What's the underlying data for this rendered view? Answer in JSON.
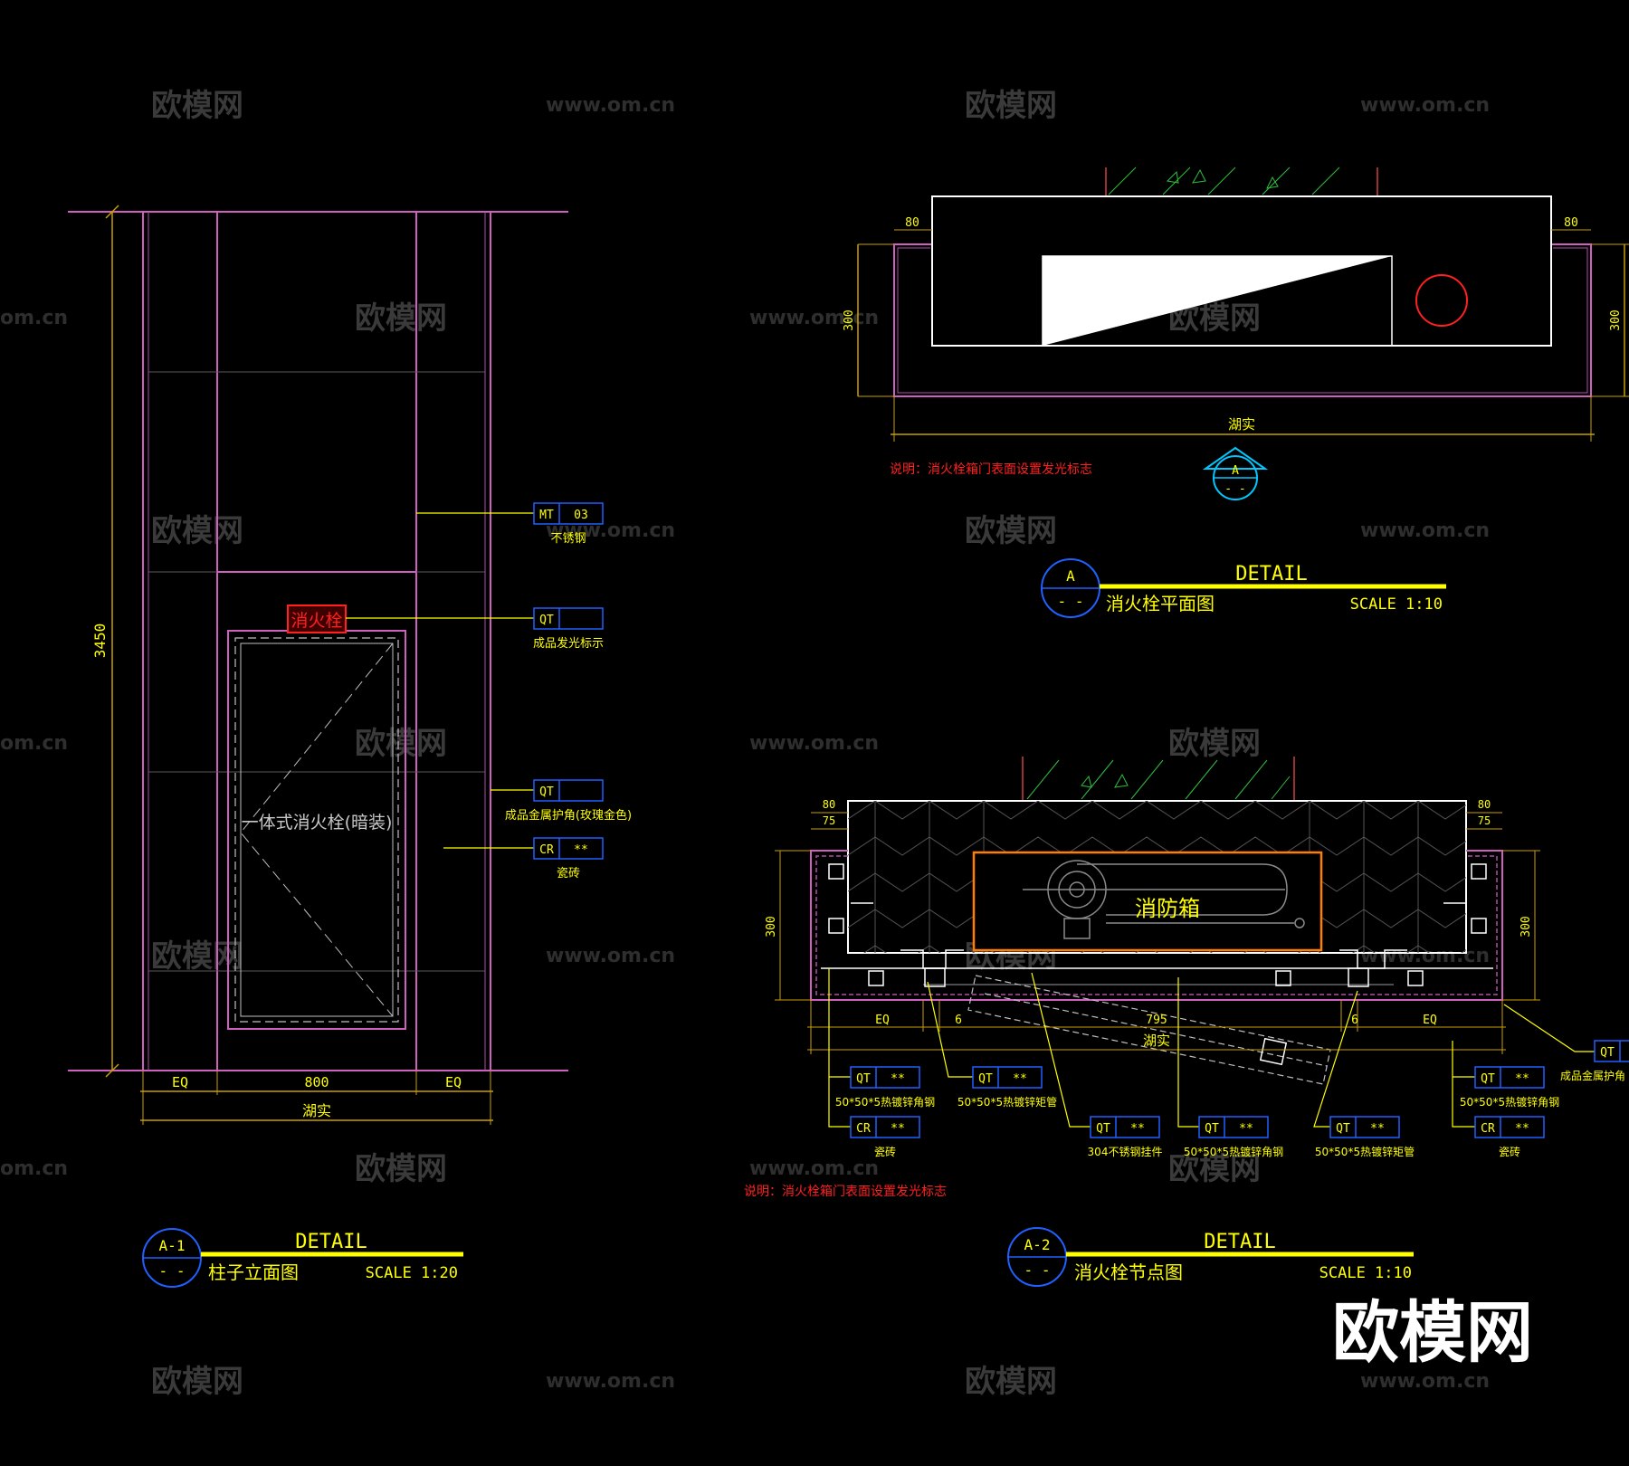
{
  "watermark": {
    "brand_cn": "欧模网",
    "url": "www.om.cn",
    "url_cut": "om.cn"
  },
  "brand_logo": "欧模网",
  "elevation": {
    "dim_height": "3450",
    "dim_eq_left": "EQ",
    "dim_width": "800",
    "dim_eq_right": "EQ",
    "dim_total": "湖实",
    "sign_text": "消火栓",
    "cabinet_label": "一体式消火栓(暗装)",
    "tags": [
      {
        "code": "MT",
        "num": "03",
        "desc": "不锈钢"
      },
      {
        "code": "QT",
        "num": "",
        "desc": "成品发光标示"
      },
      {
        "code": "QT",
        "num": "",
        "desc": "成品金属护角(玫瑰金色)"
      },
      {
        "code": "CR",
        "num": "**",
        "desc": "瓷砖"
      }
    ],
    "title_block": {
      "id": "A-1",
      "sub": "- -",
      "word": "DETAIL",
      "name": "柱子立面图",
      "scale": "SCALE 1:20"
    }
  },
  "plan": {
    "dim_left_small": "80",
    "dim_right_small": "80",
    "dim_left_v": "300",
    "dim_right_v": "300",
    "dim_total": "湖实",
    "note": "说明：消火栓箱门表面设置发光标志",
    "section_marker": {
      "id": "A",
      "sub": "- -"
    },
    "title_block": {
      "id": "A",
      "sub": "- -",
      "word": "DETAIL",
      "name": "消火栓平面图",
      "scale": "SCALE 1:10"
    }
  },
  "node": {
    "box_label": "消防箱",
    "dims_top": [
      "80",
      "75",
      "80",
      "75"
    ],
    "dim_left_v": "300",
    "dim_right_v": "300",
    "dims_bottom": [
      "EQ",
      "6",
      "795",
      "6",
      "EQ"
    ],
    "dim_total": "湖实",
    "tags": [
      {
        "code": "QT",
        "num": "**",
        "desc": "50*50*5热镀锌角钢"
      },
      {
        "code": "CR",
        "num": "**",
        "desc": "瓷砖"
      },
      {
        "code": "QT",
        "num": "**",
        "desc": "50*50*5热镀锌矩管"
      },
      {
        "code": "QT",
        "num": "**",
        "desc": "304不锈钢挂件"
      },
      {
        "code": "QT",
        "num": "**",
        "desc": "50*50*5热镀锌角钢"
      },
      {
        "code": "QT",
        "num": "**",
        "desc": "50*50*5热镀锌矩管"
      },
      {
        "code": "QT",
        "num": "**",
        "desc": "50*50*5热镀锌角钢"
      },
      {
        "code": "CR",
        "num": "**",
        "desc": "瓷砖"
      },
      {
        "code": "QT",
        "num": "",
        "desc": "成品金属护角"
      }
    ],
    "note": "说明：消火栓箱门表面设置发光标志",
    "title_block": {
      "id": "A-2",
      "sub": "- -",
      "word": "DETAIL",
      "name": "消火栓节点图",
      "scale": "SCALE 1:10"
    }
  },
  "colors": {
    "background": "#000000",
    "dimension": "#c8a000",
    "wall": "#d060c0",
    "leader": "#ffff00",
    "tag_frame": "#2060ff",
    "note": "#ff2020",
    "cabinet": "#ff8000",
    "title_circle": "#2060ff",
    "section_marker": "#00c8ff"
  }
}
